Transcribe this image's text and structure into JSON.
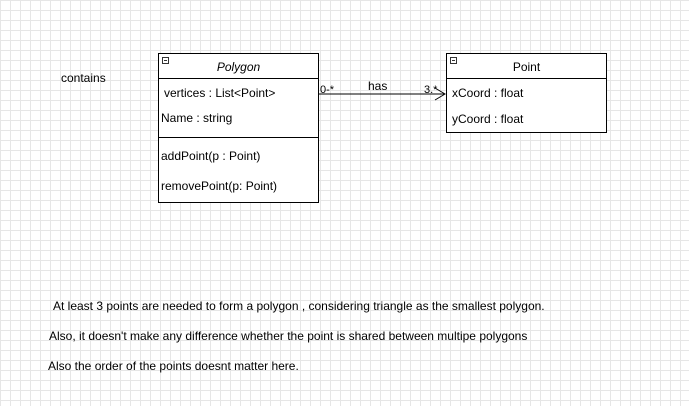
{
  "diagram": {
    "contains_label": "contains",
    "association": {
      "label": "has",
      "source_multiplicity": "0-*",
      "target_multiplicity": "3.*"
    },
    "polygon": {
      "name": "Polygon",
      "attributes": [
        "vertices : List<Point>",
        "Name : string"
      ],
      "operations": [
        "addPoint(p : Point)",
        "removePoint(p: Point)"
      ]
    },
    "point": {
      "name": "Point",
      "attributes": [
        "xCoord : float",
        "yCoord : float"
      ]
    },
    "notes": [
      "At least 3 points are needed to form a polygon , considering triangle as the smallest polygon.",
      "Also, it doesn't make any difference whether the point is shared between multipe polygons",
      "Also the order of the points doesnt matter here."
    ]
  }
}
